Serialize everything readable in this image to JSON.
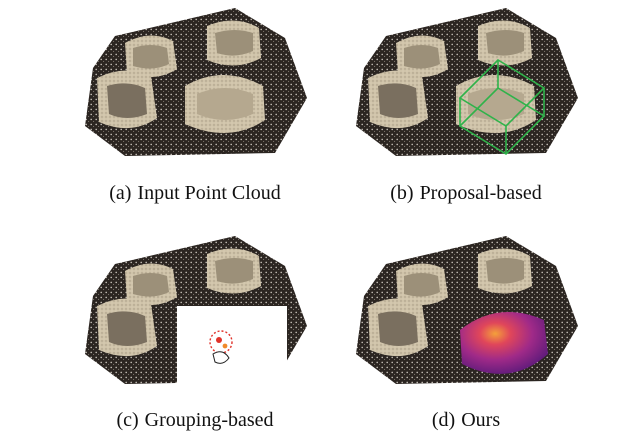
{
  "figure": {
    "panels": [
      {
        "label": "(a)",
        "caption": "Input Point Cloud",
        "overlay": "none"
      },
      {
        "label": "(b)",
        "caption": "Proposal-based",
        "overlay": "green-3d-bounding-box"
      },
      {
        "label": "(c)",
        "caption": "Grouping-based",
        "overlay": "small-red-point-group"
      },
      {
        "label": "(d)",
        "caption": "Ours",
        "overlay": "heatmap-on-chair"
      }
    ],
    "colors": {
      "floor": "#2a2522",
      "chair": "#cbbfa6",
      "chair_shadow": "#8e8270",
      "box": "#2fb34a",
      "group": "#e0322a",
      "heat_low": "#6a1a8a",
      "heat_high": "#f4a03a"
    }
  }
}
